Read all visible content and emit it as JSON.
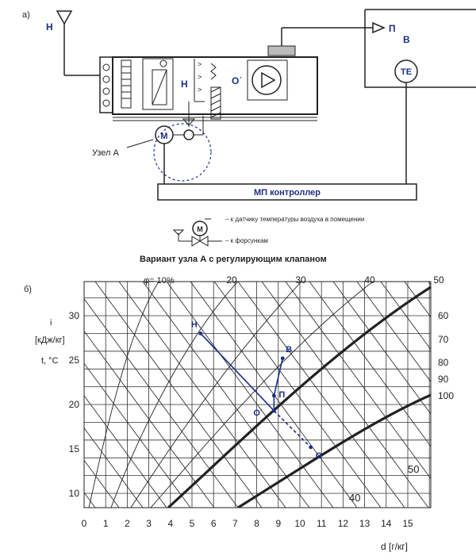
{
  "part_a": {
    "label": "а)",
    "outdoor_label": "Н",
    "mix_label": "Н",
    "after_label": "О΄",
    "supply_label": "П",
    "room_label": "В",
    "sensor_label": "ТЕ",
    "motor_label": "М",
    "node_label": "Узел А",
    "controller_label": "МП  контроллер",
    "variant": {
      "motor_label": "М",
      "to_sensor": "– к датчику температуры воздуха в помещении",
      "to_nozzles": "– к форсункам",
      "caption": "Вариант узла  А с регулирующим клапаном"
    }
  },
  "part_b": {
    "label": "б)",
    "phi_label": "φ= 10%",
    "i_label_1": "i",
    "i_label_2": "[кДж/кг]",
    "t_label": "t, °С",
    "x_axis_label": "d [г/кг]",
    "x_ticks": [
      "0",
      "1",
      "2",
      "3",
      "4",
      "5",
      "6",
      "7",
      "8",
      "9",
      "10",
      "11",
      "12",
      "13",
      "14",
      "15"
    ],
    "y_ticks": [
      "30",
      "25",
      "20",
      "15",
      "10"
    ],
    "i_top_ticks": [
      "20",
      "30",
      "40",
      "50"
    ],
    "i_right_ticks": [
      "60",
      "70",
      "80",
      "90",
      "100"
    ],
    "i_bottom_ticks": [
      "50",
      "40"
    ],
    "points": [
      {
        "name": "Н",
        "d": 5.4,
        "t": 28
      },
      {
        "name": "В",
        "d": 9.2,
        "t": 25.2
      },
      {
        "name": "П",
        "d": 8.8,
        "t": 21
      },
      {
        "name": "О΄",
        "d": 8.8,
        "t": 19.3
      },
      {
        "name": "О",
        "d": 10.5,
        "t": 15.2
      }
    ]
  },
  "colors": {
    "ink": "#1a2f8a",
    "line": "#222222"
  }
}
